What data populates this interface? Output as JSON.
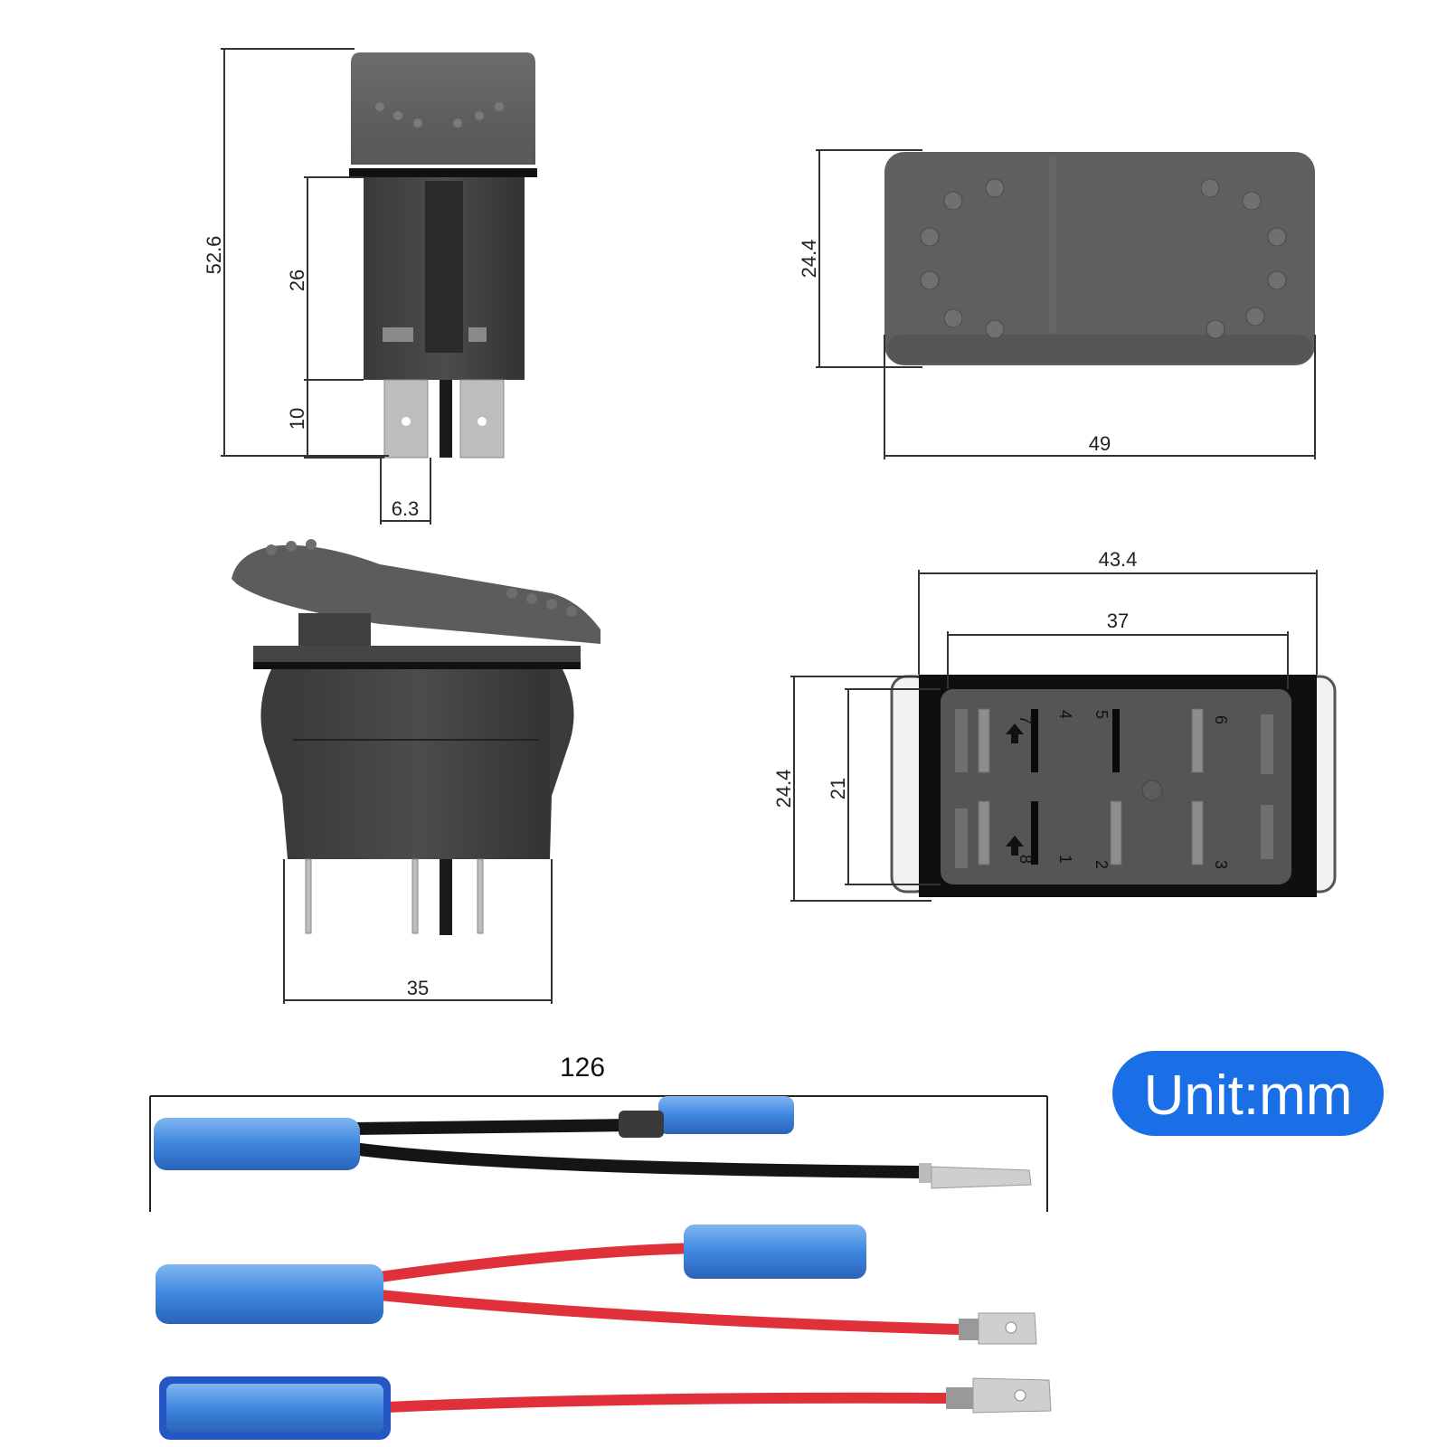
{
  "dimensions": {
    "side_height": "52.6",
    "body_depth": "26",
    "terminal_length": "10",
    "terminal_width": "6.3",
    "top_height": "24.4",
    "top_width": "49",
    "back_outer_width": "43.4",
    "back_inner_width": "37",
    "back_outer_height": "24.4",
    "back_inner_height": "21",
    "body_width": "35",
    "wire_length": "126"
  },
  "pins": [
    "1",
    "2",
    "3",
    "4",
    "5",
    "6",
    "7",
    "8"
  ],
  "unit_badge": {
    "label": "Unit:mm",
    "color": "#1b6fe6"
  },
  "wire_colors": {
    "black": "#151515",
    "red": "#e0303a",
    "connector_blue": "#3f86e0"
  }
}
